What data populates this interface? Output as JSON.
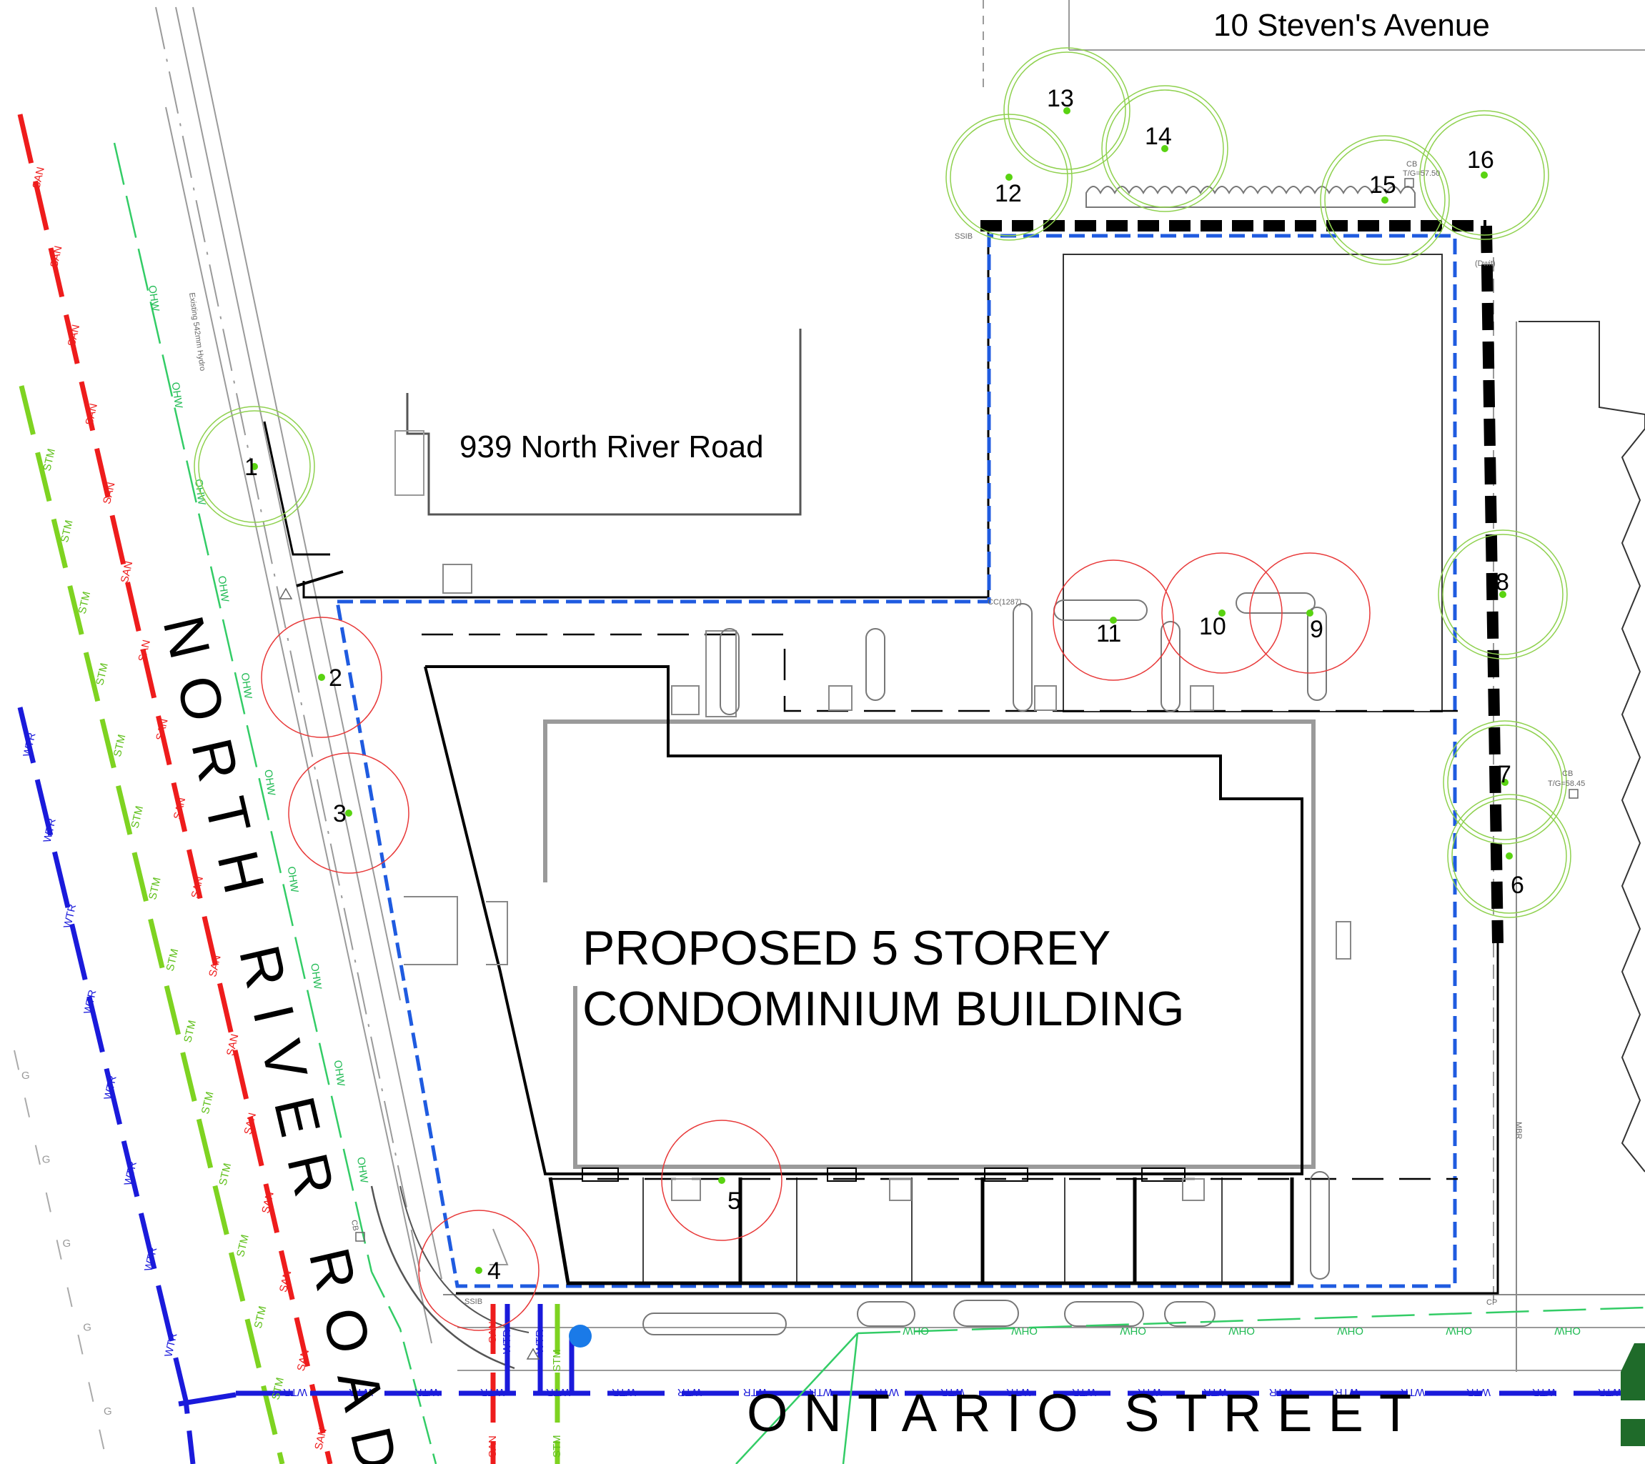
{
  "labels": {
    "steven": "10 Steven's Avenue",
    "neighbour": "939 North River Road",
    "building_line1": "PROPOSED 5 STOREY",
    "building_line2": "CONDOMINIUM BUILDING",
    "street_road": "NORTH RIVER ROAD",
    "street_ontario": "ONTARIO STREET",
    "hydro_note": "Existing 542mm Hydro",
    "cb_north": "CB",
    "cb_north_elev": "T/G=57.50",
    "cb_east": "CB",
    "cb_east_elev": "T/G=58.45",
    "cb_west": "CB",
    "cc_note": "CC(1287)",
    "ssib": "SSIB",
    "cp": "CP",
    "mbr": "MBR",
    "dwit": "(Dwit)"
  },
  "utilities": {
    "san": "SAN",
    "stm": "STM",
    "wtr": "WTR",
    "oh": "OHW",
    "g": "G",
    "colors": {
      "san": "#ee1c1c",
      "stm": "#7ed321",
      "wtr": "#1a1adb",
      "oh": "#33cc66",
      "boundary": "#1f5be0",
      "tree_keep": "#8fd14f",
      "tree_remove": "#e83a3a"
    }
  },
  "trees": [
    {
      "id": "1",
      "status": "retain"
    },
    {
      "id": "2",
      "status": "remove"
    },
    {
      "id": "3",
      "status": "remove"
    },
    {
      "id": "4",
      "status": "remove"
    },
    {
      "id": "5",
      "status": "remove"
    },
    {
      "id": "6",
      "status": "retain"
    },
    {
      "id": "7",
      "status": "retain"
    },
    {
      "id": "8",
      "status": "retain"
    },
    {
      "id": "9",
      "status": "remove"
    },
    {
      "id": "10",
      "status": "remove"
    },
    {
      "id": "11",
      "status": "remove"
    },
    {
      "id": "12",
      "status": "retain"
    },
    {
      "id": "13",
      "status": "retain"
    },
    {
      "id": "14",
      "status": "retain"
    },
    {
      "id": "15",
      "status": "retain"
    },
    {
      "id": "16",
      "status": "retain"
    }
  ]
}
